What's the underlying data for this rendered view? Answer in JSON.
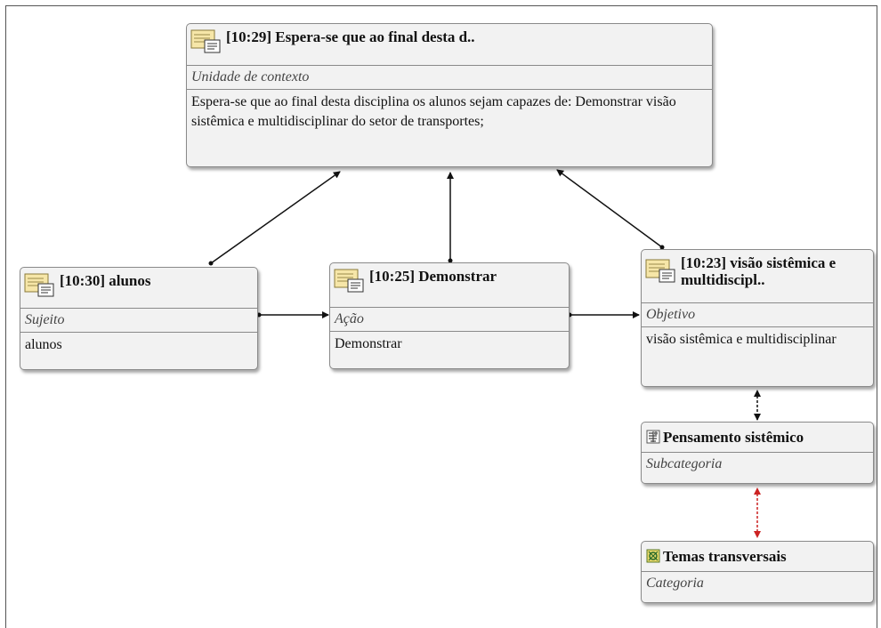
{
  "nodes": {
    "n1029": {
      "title": "[10:29] Espera-se que ao final desta d..",
      "type": "Unidade de contexto",
      "body": "Espera-se que ao final desta disciplina os alunos sejam capazes de: Demonstrar visão sistêmica e multidisciplinar do setor de transportes;"
    },
    "n1030": {
      "title": "[10:30] alunos",
      "type": "Sujeito",
      "body": "alunos"
    },
    "n1025": {
      "title": "[10:25] Demonstrar",
      "type": "Ação",
      "body": "Demonstrar"
    },
    "n1023": {
      "title": "[10:23] visão sistêmica e multidiscipl..",
      "type": "Objetivo",
      "body": "visão sistêmica e multidisciplinar"
    },
    "pensamento": {
      "title": "Pensamento sistêmico",
      "type": "Subcategoria"
    },
    "temas": {
      "title": "Temas transversais",
      "type": "Categoria"
    }
  },
  "icons": {
    "quotation": "quotation-document-icon",
    "subcategory": "code-family-icon",
    "category": "network-family-icon"
  },
  "colors": {
    "link": "#111111",
    "category_link": "#cc2222",
    "node_bg": "#f2f2f2"
  }
}
